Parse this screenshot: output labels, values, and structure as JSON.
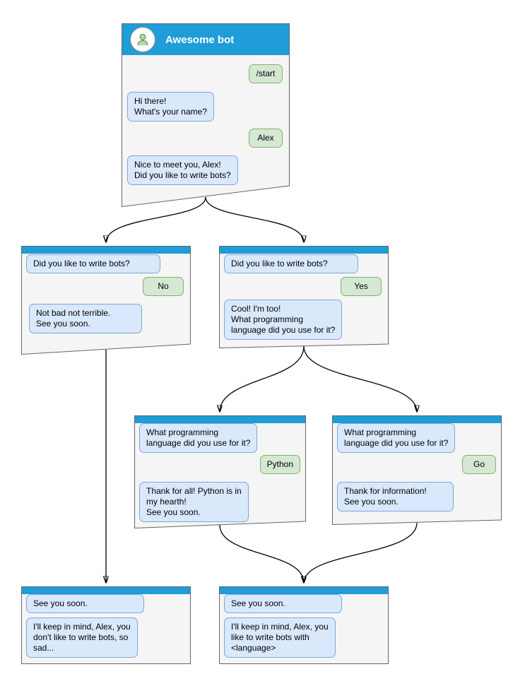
{
  "colors": {
    "header_blue": "#1e9dd8",
    "bot_bubble_fill": "#dae8fc",
    "bot_bubble_border": "#7ea7d8",
    "user_bubble_fill": "#d5e8d4",
    "user_bubble_border": "#82b366",
    "window_fill": "#f5f5f5",
    "window_border": "#666666",
    "connector": "#000000"
  },
  "windows": {
    "root": {
      "title": "Awesome bot",
      "user_start": "/start",
      "bot_greeting": "Hi there!\nWhat's your name?",
      "user_name": "Alex",
      "bot_question": "Nice to meet you, Alex!\nDid you like to write bots?"
    },
    "branch_no": {
      "bot_question": "Did you like to write bots?",
      "user_answer": "No",
      "bot_reply": "Not bad not terrible.\nSee you soon."
    },
    "branch_yes": {
      "bot_question": "Did you like to write bots?",
      "user_answer": "Yes",
      "bot_reply": "Cool! I'm too!\nWhat programming\nlanguage did you use for it?"
    },
    "branch_python": {
      "bot_question": "What programming\nlanguage did you use for it?",
      "user_answer": "Python",
      "bot_reply": "Thank for all! Python is in\nmy hearth!\nSee you soon."
    },
    "branch_go": {
      "bot_question": "What programming\nlanguage did you use for it?",
      "user_answer": "Go",
      "bot_reply": "Thank for information!\nSee you soon."
    },
    "end_no": {
      "bot_farewell": "See you soon.",
      "bot_summary": "I'll keep in mind, Alex, you\ndon't like to write bots, so\nsad..."
    },
    "end_yes": {
      "bot_farewell": "See you soon.",
      "bot_summary": "I'll keep in mind, Alex, you\nlike to write bots with\n<language>"
    }
  }
}
